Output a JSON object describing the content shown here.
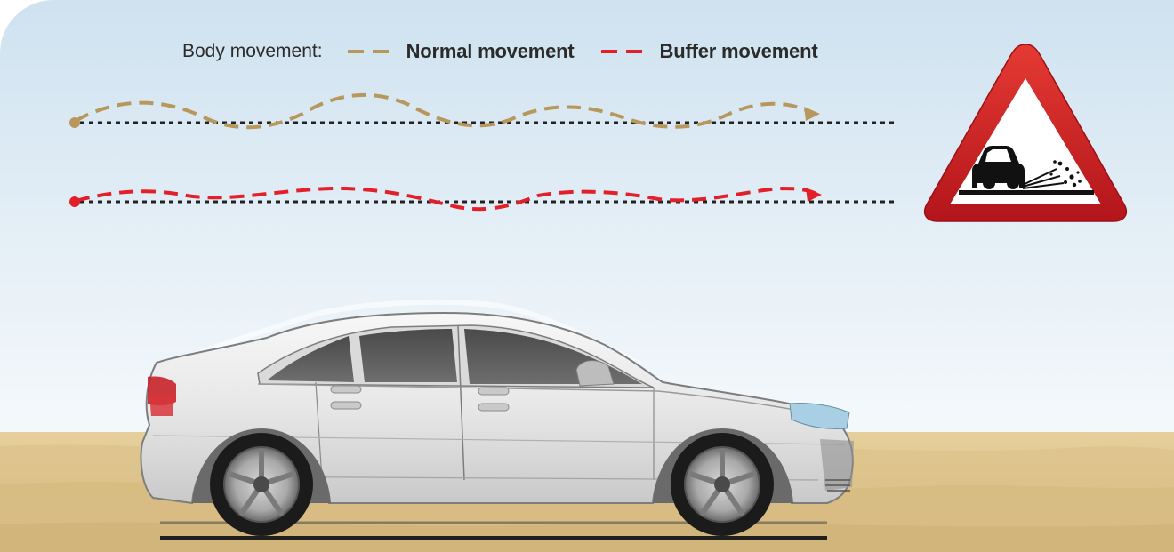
{
  "legend": {
    "title": "Body movement:",
    "items": [
      {
        "label": "Normal movement",
        "color": "#b8975c"
      },
      {
        "label": "Buffer movement",
        "color": "#e2202a"
      }
    ]
  },
  "lines": {
    "normal_color": "#b8975c",
    "buffer_color": "#e2202a",
    "baseline_color": "#222222"
  },
  "sign": {
    "icon": "loose-gravel-warning-sign",
    "border_color": "#d32228",
    "fill_color": "#ffffff"
  },
  "scene": {
    "car_icon": "sedan-car",
    "ground_color": "#e0c792"
  }
}
